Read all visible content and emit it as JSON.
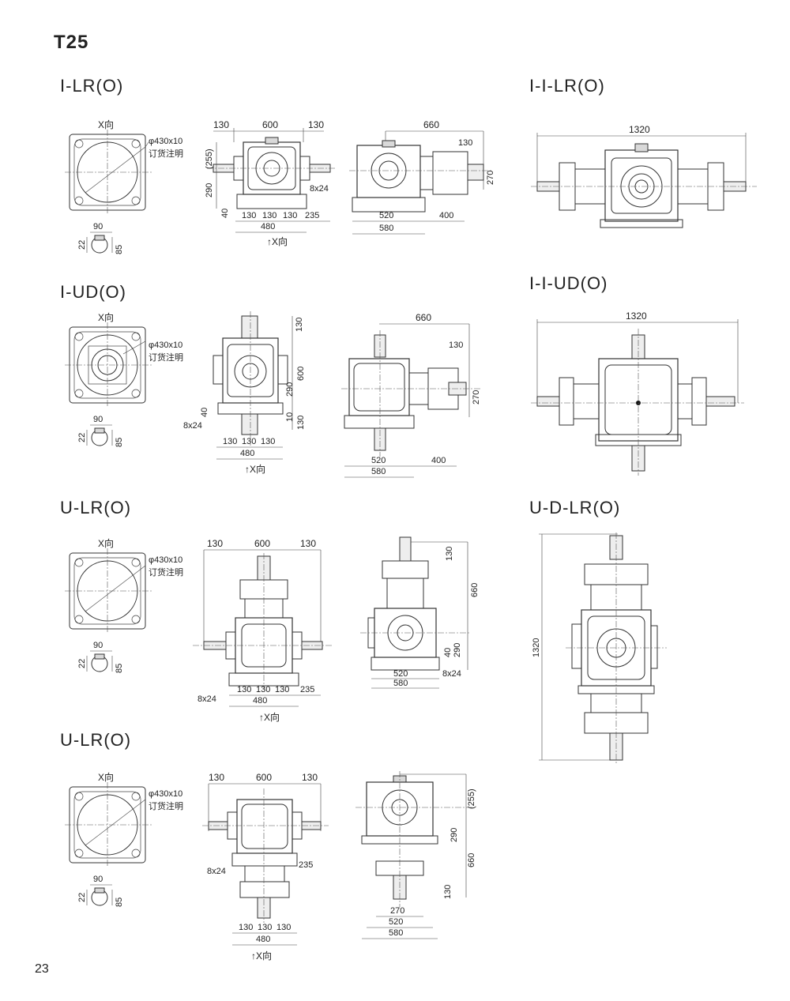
{
  "page": {
    "title": "T25",
    "page_number": "23"
  },
  "common": {
    "x_view": "X向",
    "x_arrow": "↑X向",
    "flange_spec": "φ430x10",
    "order_note": "订货注明",
    "key_width": "22",
    "key_height": "85",
    "shaft_dim": "90",
    "bolt_spec": "8x24"
  },
  "sections": {
    "s1": {
      "title": "I-LR(O)",
      "dims": [
        "130",
        "600",
        "130",
        "(255)",
        "290",
        "40",
        "130",
        "130",
        "130",
        "235",
        "480",
        "660",
        "130",
        "270",
        "520",
        "400",
        "580"
      ]
    },
    "s2": {
      "title": "I-I-LR(O)",
      "dims": [
        "1320"
      ]
    },
    "s3": {
      "title": "I-UD(O)",
      "dims": [
        "130",
        "600",
        "290",
        "10",
        "130",
        "40",
        "130",
        "130",
        "130",
        "480",
        "660",
        "130",
        "270",
        "520",
        "400",
        "580"
      ]
    },
    "s4": {
      "title": "I-I-UD(O)",
      "dims": [
        "1320"
      ]
    },
    "s5": {
      "title": "U-LR(O)",
      "dims": [
        "130",
        "600",
        "130",
        "130",
        "130",
        "130",
        "235",
        "480",
        "130",
        "660",
        "40",
        "290",
        "520",
        "580"
      ]
    },
    "s6": {
      "title": "U-D-LR(O)",
      "dims": [
        "1320"
      ]
    },
    "s7": {
      "title": "U-LR(O)",
      "dims": [
        "130",
        "600",
        "130",
        "235",
        "130",
        "130",
        "130",
        "480",
        "(255)",
        "290",
        "660",
        "130",
        "270",
        "520",
        "580"
      ]
    }
  }
}
